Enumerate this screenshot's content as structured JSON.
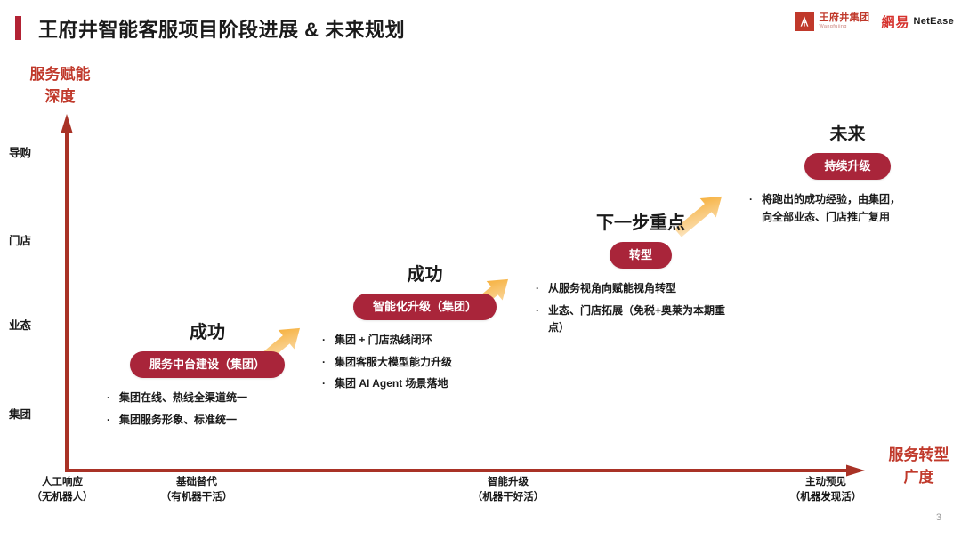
{
  "header": {
    "title": "王府井智能客服项目阶段进展 & 未来规划",
    "accent_color": "#b22234"
  },
  "logos": {
    "wangfujing": {
      "name_cn": "王府井集团",
      "name_en": "Wangfujing",
      "mark": "wangfujing-mark-icon",
      "color": "#c0392b"
    },
    "netease": {
      "name_cn": "網易",
      "name_en": "NetEase",
      "color_cn": "#d6332e",
      "color_en": "#1a1a1a"
    }
  },
  "chart_data": {
    "type": "scatter",
    "title": "王府井智能客服项目阶段进展 & 未来规划",
    "ylabel": "服务赋能\n深度",
    "xlabel": "服务转型\n广度",
    "ylabel_line1": "服务赋能",
    "ylabel_line2": "深度",
    "xlabel_line1": "服务转型",
    "xlabel_line2": "广度",
    "yticks": [
      "导购",
      "门店",
      "业态",
      "集团"
    ],
    "xticks": [
      {
        "line1": "人工响应",
        "line2": "（无机器人）"
      },
      {
        "line1": "基础替代",
        "line2": "（有机器干活）"
      },
      {
        "line1": "智能升级",
        "line2": "（机器干好活）"
      },
      {
        "line1": "主动预见",
        "line2": "（机器发现活）"
      }
    ],
    "axis_color": "#a93226",
    "grid": false,
    "legend": "none",
    "series": [
      {
        "name": "成功",
        "x": "基础替代",
        "y": "集团",
        "pill": "服务中台建设（集团）",
        "bullets": [
          "集团在线、热线全渠道统一",
          "集团服务形象、标准统一"
        ]
      },
      {
        "name": "成功",
        "x": "基础替代→智能升级",
        "y": "业态",
        "pill": "智能化升级（集团）",
        "bullets": [
          "集团 + 门店热线闭环",
          "集团客服大模型能力升级",
          "集团 AI Agent 场景落地"
        ]
      },
      {
        "name": "下一步重点",
        "x": "智能升级",
        "y": "门店",
        "pill": "转型",
        "bullets": [
          "从服务视角向赋能视角转型",
          "业态、门店拓展（免税+奥莱为本期重点）"
        ]
      },
      {
        "name": "未来",
        "x": "主动预见",
        "y": "导购",
        "pill": "持续升级",
        "bullets": [
          "将跑出的成功经验，由集团，向全部业态、门店推广复用"
        ]
      }
    ]
  },
  "stages": [
    {
      "heading": "成功",
      "pill": "服务中台建设（集团）",
      "bullets": [
        "集团在线、热线全渠道统一",
        "集团服务形象、标准统一"
      ]
    },
    {
      "heading": "成功",
      "pill": "智能化升级（集团）",
      "bullets": [
        "集团 + 门店热线闭环",
        "集团客服大模型能力升级",
        "集团 AI Agent 场景落地"
      ]
    },
    {
      "heading": "下一步重点",
      "pill": "转型",
      "bullets": [
        "从服务视角向赋能视角转型",
        "业态、门店拓展（免税+奥莱为本期重点）"
      ]
    },
    {
      "heading": "未来",
      "pill": "持续升级",
      "bullets": [
        "将跑出的成功经验，由集团，向全部业态、门店推广复用"
      ]
    }
  ],
  "bullet_marker": "·",
  "colors": {
    "pill": "#a9253a",
    "axis": "#a93226",
    "arrow_start": "#f7c873",
    "arrow_end": "#f5a623",
    "title_accent": "#b22234"
  },
  "page_number": "3"
}
